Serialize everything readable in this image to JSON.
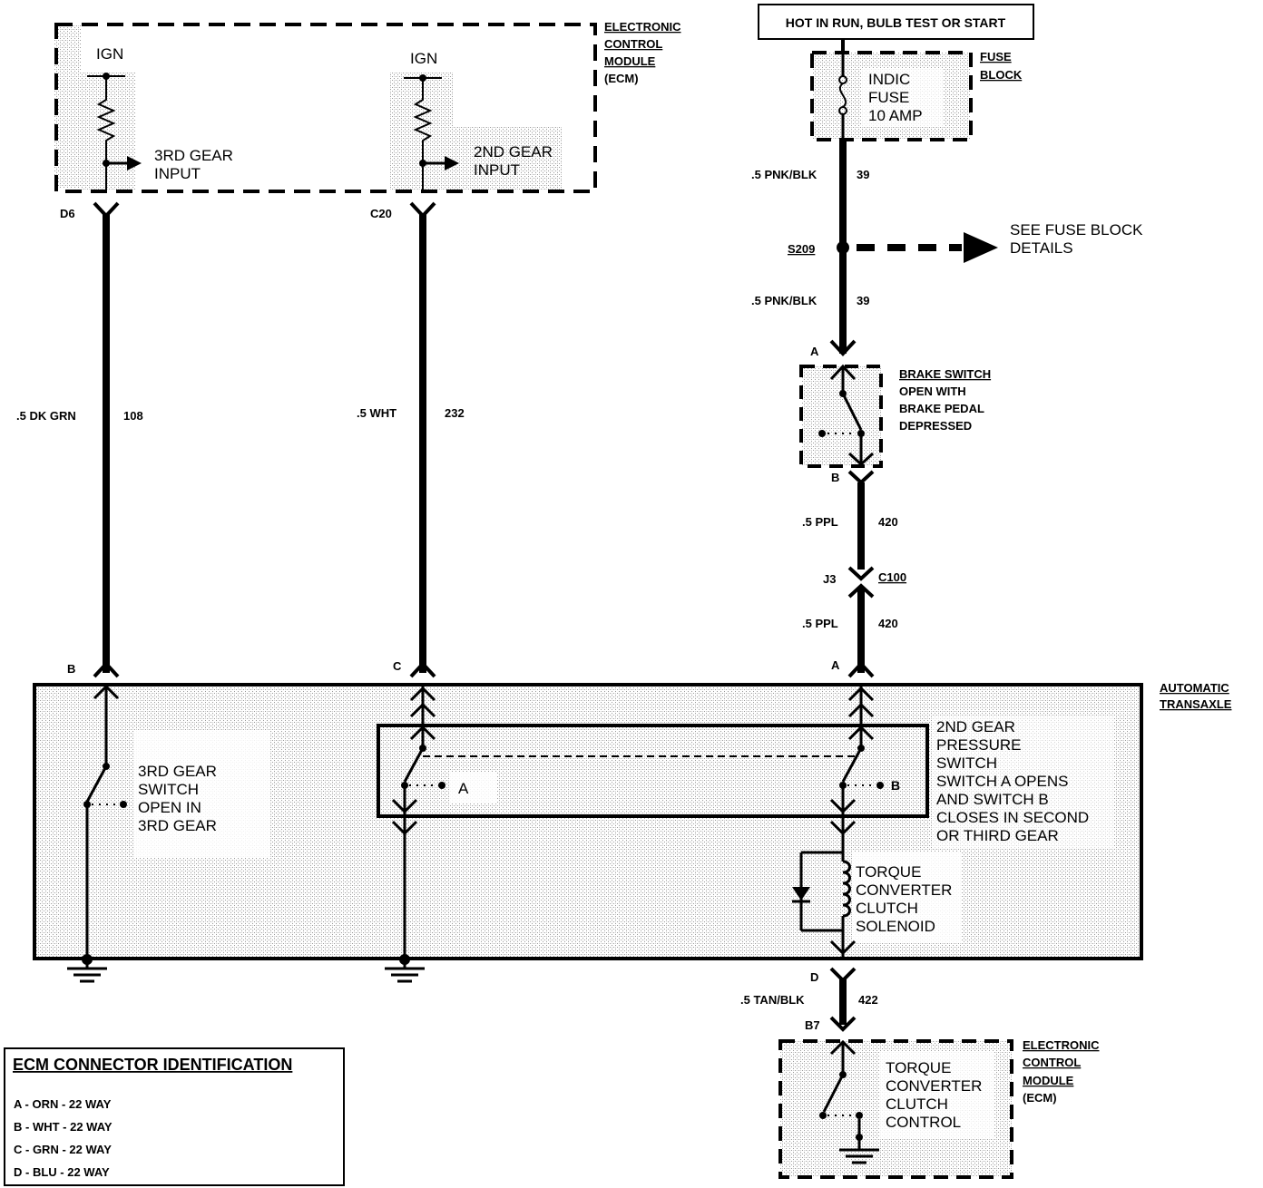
{
  "ecm_top": {
    "title_lines": [
      "ELECTRONIC",
      "CONTROL",
      "MODULE",
      "(ECM)"
    ],
    "left_ign": "IGN",
    "right_ign": "IGN",
    "third_gear_input": [
      "3RD GEAR",
      "INPUT"
    ],
    "second_gear_input": [
      "2ND GEAR",
      "INPUT"
    ],
    "pin_d6": "D6",
    "pin_c20": "C20"
  },
  "hot_in_run": "HOT IN RUN, BULB TEST OR START",
  "fuse_block": {
    "title_lines": [
      "FUSE",
      "BLOCK"
    ],
    "fuse_label": [
      "INDIC",
      "FUSE",
      "10 AMP"
    ]
  },
  "wires": {
    "w39_upper": {
      "gauge_color": ".5 PNK/BLK",
      "circuit": "39"
    },
    "w39_lower": {
      "gauge_color": ".5 PNK/BLK",
      "circuit": "39"
    },
    "w108": {
      "gauge_color": ".5 DK GRN",
      "circuit": "108"
    },
    "w232": {
      "gauge_color": ".5 WHT",
      "circuit": "232"
    },
    "w420_upper": {
      "gauge_color": ".5 PPL",
      "circuit": "420"
    },
    "w420_lower": {
      "gauge_color": ".5 PPL",
      "circuit": "420"
    },
    "w422": {
      "gauge_color": ".5 TAN/BLK",
      "circuit": "422"
    }
  },
  "splice": {
    "name": "S209",
    "see_details": [
      "SEE FUSE BLOCK",
      "DETAILS"
    ]
  },
  "brake_switch": {
    "lines": [
      "BRAKE SWITCH",
      "OPEN WITH",
      "BRAKE PEDAL",
      "DEPRESSED"
    ],
    "pin_a": "A",
    "pin_b": "B"
  },
  "connector_c100": {
    "pin": "J3",
    "name": "C100"
  },
  "transaxle": {
    "title_lines": [
      "AUTOMATIC",
      "TRANSAXLE"
    ],
    "pin_b": "B",
    "pin_c": "C",
    "pin_a": "A",
    "pin_d": "D",
    "third_gear_switch": [
      "3RD GEAR",
      "SWITCH",
      "OPEN IN",
      "3RD GEAR"
    ],
    "switch_a_label": "A",
    "switch_b_label": "B",
    "pressure_switch": [
      "2ND GEAR",
      "PRESSURE",
      "SWITCH",
      "SWITCH A OPENS",
      "AND SWITCH B",
      "CLOSES IN SECOND",
      "OR THIRD GEAR"
    ],
    "tcc_solenoid": [
      "TORQUE",
      "CONVERTER",
      "CLUTCH",
      "SOLENOID"
    ]
  },
  "ecm_bottom": {
    "title_lines": [
      "ELECTRONIC",
      "CONTROL",
      "MODULE",
      "(ECM)"
    ],
    "pin_b7": "B7",
    "control_label": [
      "TORQUE",
      "CONVERTER",
      "CLUTCH",
      "CONTROL"
    ]
  },
  "connector_id": {
    "title": "ECM CONNECTOR IDENTIFICATION",
    "rows": [
      "A - ORN - 22 WAY",
      "B - WHT - 22 WAY",
      "C - GRN - 22 WAY",
      "D - BLU - 22 WAY"
    ]
  }
}
